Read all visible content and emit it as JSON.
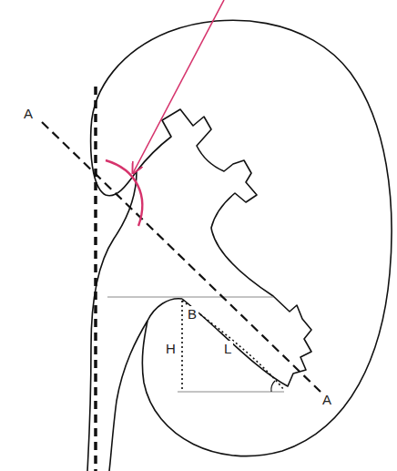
{
  "diagram": {
    "labels": [
      "A",
      "A",
      "B",
      "H",
      "L"
    ]
  }
}
